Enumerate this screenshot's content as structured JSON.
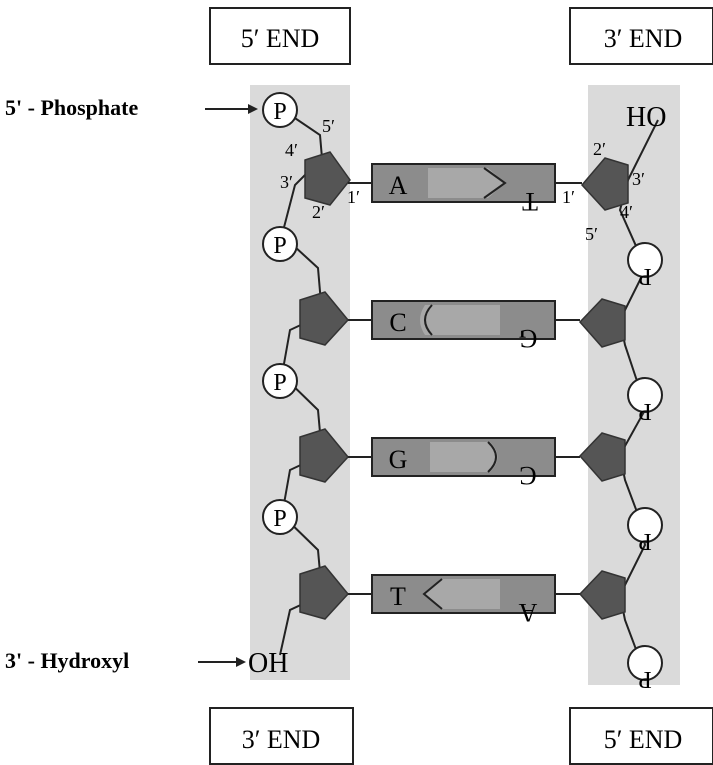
{
  "labels": {
    "top_left_end": "5′ END",
    "top_right_end": "3′ END",
    "bottom_left_end": "3′ END",
    "bottom_right_end": "5′ END",
    "phosphate_label": "5' - Phosphate",
    "hydroxyl_label": "3' - Hydroxyl",
    "ho_label": "HO",
    "oh_label": "OH",
    "phosphate_symbol": "P",
    "phosphate_symbol_inverted": "P"
  },
  "carbon_numbers": {
    "left": {
      "c1": "1′",
      "c2": "2′",
      "c3": "3′",
      "c4": "4′",
      "c5": "5′"
    },
    "right": {
      "c1": "1′",
      "c2": "2′",
      "c3": "3′",
      "c4": "4′",
      "c5": "5′"
    }
  },
  "base_pairs": [
    {
      "left": "A",
      "right": "T"
    },
    {
      "left": "C",
      "right": "G"
    },
    {
      "left": "G",
      "right": "C"
    },
    {
      "left": "T",
      "right": "A"
    }
  ],
  "colors": {
    "backbone_band": "#d8d8d8",
    "sugar": "#555555",
    "base_box": "#8c8c8c",
    "base_inner": "#a9a9a9",
    "line": "#222222"
  }
}
